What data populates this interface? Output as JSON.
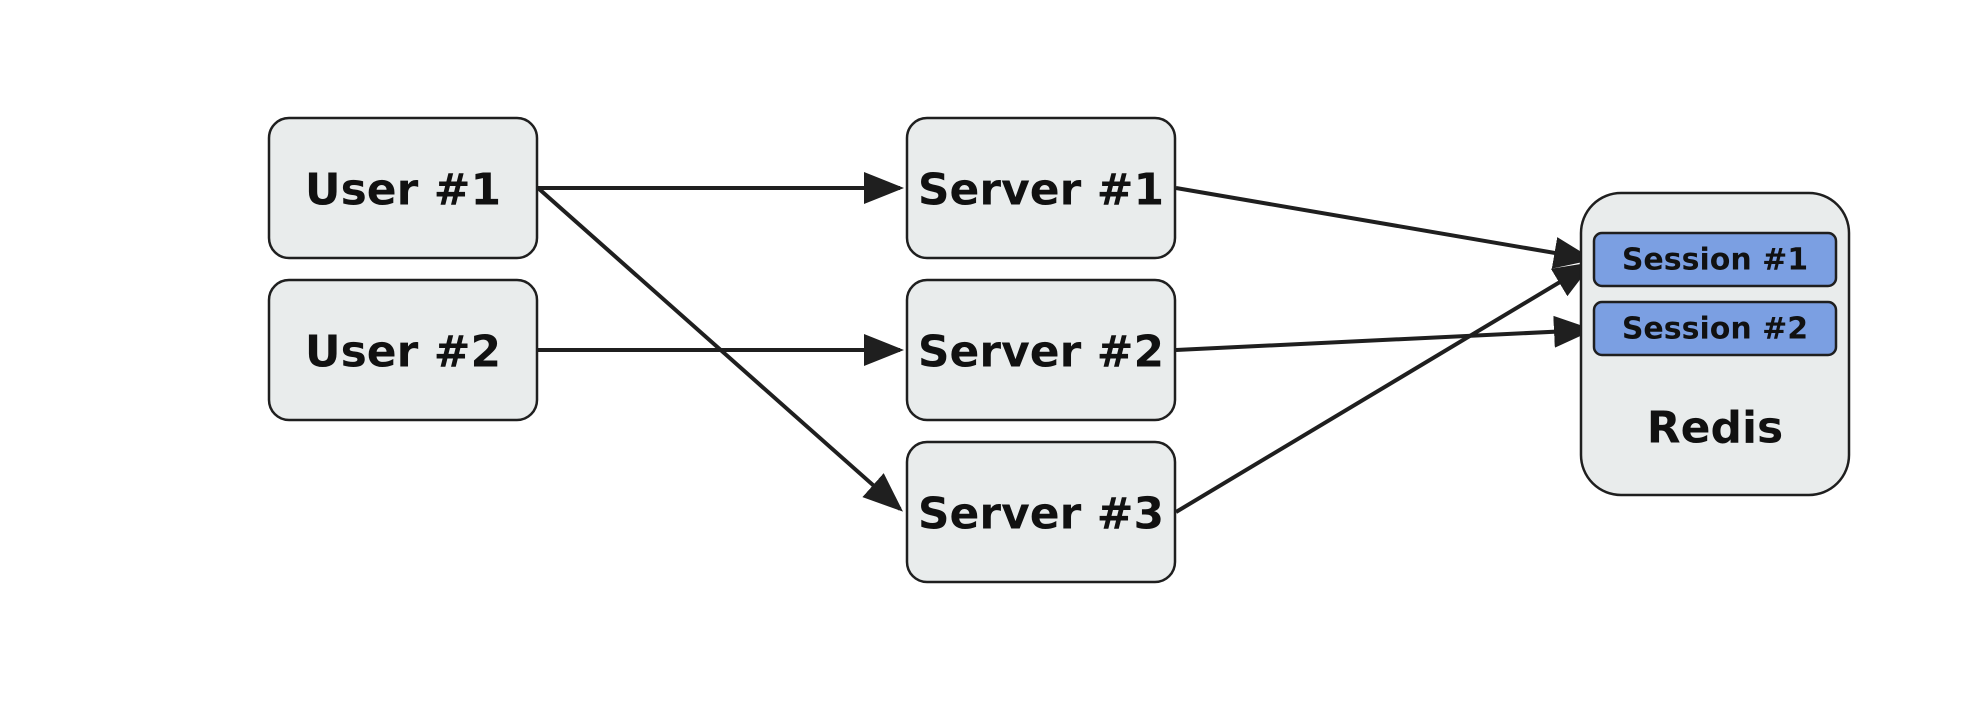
{
  "nodes": {
    "user_1": "User #1",
    "user_2": "User #2",
    "server_1": "Server #1",
    "server_2": "Server #2",
    "server_3": "Server #3",
    "redis": "Redis",
    "session_1": "Session #1",
    "session_2": "Session #2"
  },
  "edges": [
    {
      "from": "User #1",
      "to": "Server #1"
    },
    {
      "from": "User #1",
      "to": "Server #3"
    },
    {
      "from": "User #2",
      "to": "Server #2"
    },
    {
      "from": "Server #1",
      "to": "Session #1"
    },
    {
      "from": "Server #2",
      "to": "Session #2"
    },
    {
      "from": "Server #3",
      "to": "Session #1"
    }
  ],
  "colors": {
    "node_fill": "#e9ecec",
    "session_fill": "#7b9fe2",
    "stroke": "#1f1f1f"
  }
}
